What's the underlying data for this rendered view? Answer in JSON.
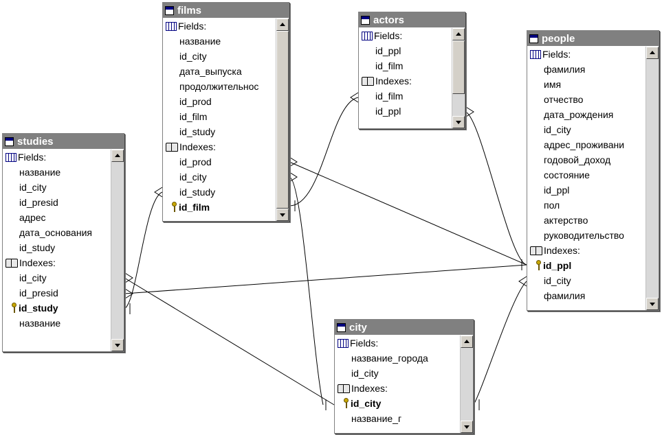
{
  "tables": [
    {
      "id": "films",
      "title": "films",
      "rows": [
        {
          "kind": "head",
          "icon": "fields",
          "text": "Fields:"
        },
        {
          "kind": "item",
          "text": "название"
        },
        {
          "kind": "item",
          "text": "id_city"
        },
        {
          "kind": "item",
          "text": "дата_выпуска"
        },
        {
          "kind": "item",
          "text": "продолжительнос"
        },
        {
          "kind": "item",
          "text": "id_prod"
        },
        {
          "kind": "item",
          "text": "id_film"
        },
        {
          "kind": "item",
          "text": "id_study"
        },
        {
          "kind": "head",
          "icon": "indexes",
          "text": "Indexes:"
        },
        {
          "kind": "item",
          "text": "id_prod"
        },
        {
          "kind": "item",
          "text": "id_city"
        },
        {
          "kind": "item",
          "text": "id_study"
        },
        {
          "kind": "key",
          "text": "id_film"
        }
      ]
    },
    {
      "id": "actors",
      "title": "actors",
      "rows": [
        {
          "kind": "head",
          "icon": "fields",
          "text": "Fields:"
        },
        {
          "kind": "item",
          "text": "id_ppl"
        },
        {
          "kind": "item",
          "text": "id_film"
        },
        {
          "kind": "head",
          "icon": "indexes",
          "text": "Indexes:"
        },
        {
          "kind": "item",
          "text": "id_film"
        },
        {
          "kind": "item",
          "text": "id_ppl"
        }
      ]
    },
    {
      "id": "people",
      "title": "people",
      "rows": [
        {
          "kind": "head",
          "icon": "fields",
          "text": "Fields:"
        },
        {
          "kind": "item",
          "text": "фамилия"
        },
        {
          "kind": "item",
          "text": "имя"
        },
        {
          "kind": "item",
          "text": "отчество"
        },
        {
          "kind": "item",
          "text": "дата_рождения"
        },
        {
          "kind": "item",
          "text": "id_city"
        },
        {
          "kind": "item",
          "text": "адрес_проживани"
        },
        {
          "kind": "item",
          "text": "годовой_доход"
        },
        {
          "kind": "item",
          "text": "состояние"
        },
        {
          "kind": "item",
          "text": "id_ppl"
        },
        {
          "kind": "item",
          "text": "пол"
        },
        {
          "kind": "item",
          "text": "актерство"
        },
        {
          "kind": "item",
          "text": "руководительство"
        },
        {
          "kind": "head",
          "icon": "indexes",
          "text": "Indexes:"
        },
        {
          "kind": "key",
          "text": "id_ppl"
        },
        {
          "kind": "item",
          "text": "id_city"
        },
        {
          "kind": "item",
          "text": "фамилия"
        }
      ]
    },
    {
      "id": "studies",
      "title": "studies",
      "rows": [
        {
          "kind": "head",
          "icon": "fields",
          "text": "Fields:"
        },
        {
          "kind": "item",
          "text": "название"
        },
        {
          "kind": "item",
          "text": "id_city"
        },
        {
          "kind": "item",
          "text": "id_presid"
        },
        {
          "kind": "item",
          "text": "адрес"
        },
        {
          "kind": "item",
          "text": "дата_основания"
        },
        {
          "kind": "item",
          "text": "id_study"
        },
        {
          "kind": "head",
          "icon": "indexes",
          "text": "Indexes:"
        },
        {
          "kind": "item",
          "text": "id_city"
        },
        {
          "kind": "item",
          "text": "id_presid"
        },
        {
          "kind": "key",
          "text": "id_study"
        },
        {
          "kind": "item",
          "text": "название"
        }
      ]
    },
    {
      "id": "city",
      "title": "city",
      "rows": [
        {
          "kind": "head",
          "icon": "fields",
          "text": "Fields:"
        },
        {
          "kind": "item",
          "text": "название_города"
        },
        {
          "kind": "item",
          "text": "id_city"
        },
        {
          "kind": "head",
          "icon": "indexes",
          "text": "Indexes:"
        },
        {
          "kind": "key",
          "text": "id_city"
        },
        {
          "kind": "item",
          "text": "название_г"
        }
      ]
    }
  ],
  "relationships": [
    {
      "from": "films.id_film",
      "to": "actors.id_film"
    },
    {
      "from": "people.id_ppl",
      "to": "actors.id_ppl"
    },
    {
      "from": "studies.id_study",
      "to": "films.id_study"
    },
    {
      "from": "people.id_ppl",
      "to": "films.id_prod"
    },
    {
      "from": "people.id_ppl",
      "to": "studies.id_presid"
    },
    {
      "from": "city.id_city",
      "to": "films.id_city"
    },
    {
      "from": "city.id_city",
      "to": "studies.id_city"
    },
    {
      "from": "city.id_city",
      "to": "people.id_city"
    }
  ],
  "colors": {
    "title_bar": "#808080",
    "title_text": "#ffffff",
    "link": "#000000",
    "icon_fields": "#000080",
    "icon_key": "#c8a800"
  }
}
